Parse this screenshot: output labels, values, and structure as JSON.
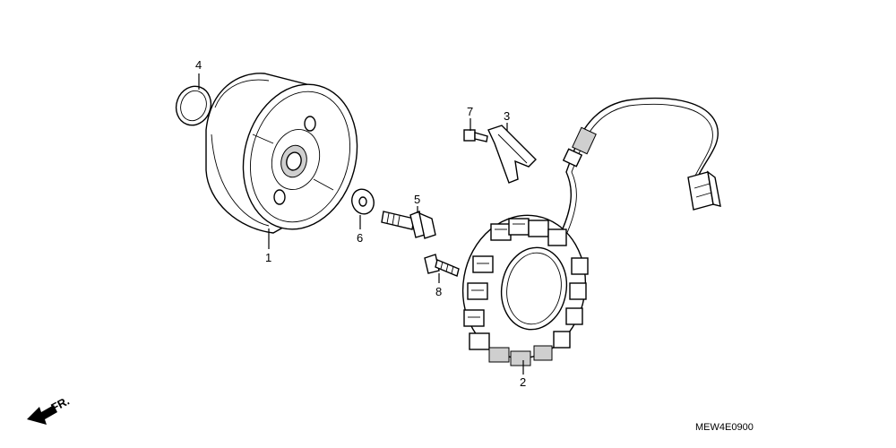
{
  "callouts": [
    {
      "id": "1",
      "label": "1"
    },
    {
      "id": "2",
      "label": "2"
    },
    {
      "id": "3",
      "label": "3"
    },
    {
      "id": "4",
      "label": "4"
    },
    {
      "id": "5",
      "label": "5"
    },
    {
      "id": "6",
      "label": "6"
    },
    {
      "id": "7",
      "label": "7"
    },
    {
      "id": "8",
      "label": "8"
    }
  ],
  "direction_label": "FR.",
  "diagram_code": "MEW4E0900"
}
